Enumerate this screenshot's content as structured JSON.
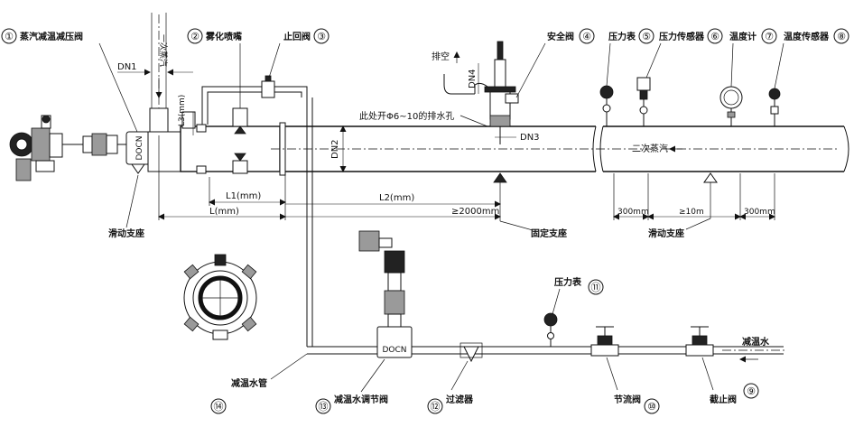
{
  "callouts": [
    {
      "num": "①",
      "label": "蒸汽减温减压阀"
    },
    {
      "num": "②",
      "label": "雾化喷嘴"
    },
    {
      "num": "③",
      "label": "止回阀"
    },
    {
      "num": "④",
      "label": "安全阀"
    },
    {
      "num": "⑤",
      "label": "压力表"
    },
    {
      "num": "⑥",
      "label": "压力传感器"
    },
    {
      "num": "⑦",
      "label": "温度计"
    },
    {
      "num": "⑧",
      "label": "温度传感器"
    },
    {
      "num": "⑨",
      "label": "截止阀"
    },
    {
      "num": "⑩",
      "label": "节流阀"
    },
    {
      "num": "⑪",
      "label": "压力表"
    },
    {
      "num": "⑫",
      "label": "过滤器"
    },
    {
      "num": "⑬",
      "label": "减温水调节阀"
    },
    {
      "num": "⑭",
      "label": "减温水管"
    }
  ],
  "labels": {
    "primary_steam": "一次蒸汽",
    "secondary_steam": "二次蒸汽",
    "vent": "排空",
    "drain_hole": "此处开Φ6~10的排水孔",
    "sliding_support_left": "滑动支座",
    "sliding_support_right": "滑动支座",
    "fixed_support": "固定支座",
    "desuperheat_water": "减温水",
    "valve_mark_main": "DOCN",
    "valve_mark_water": "DOCN"
  },
  "dimensions": {
    "dn1": "DN1",
    "dn2": "DN2",
    "dn3": "DN3",
    "dn4": "DN4",
    "l3": "L3(mm)",
    "l1": "L1(mm)",
    "l": "L(mm)",
    "l2": "L2(mm)",
    "min_2000": "≥2000mm",
    "d300a": "300mm",
    "d10m": "≥10m",
    "d300b": "300mm"
  }
}
